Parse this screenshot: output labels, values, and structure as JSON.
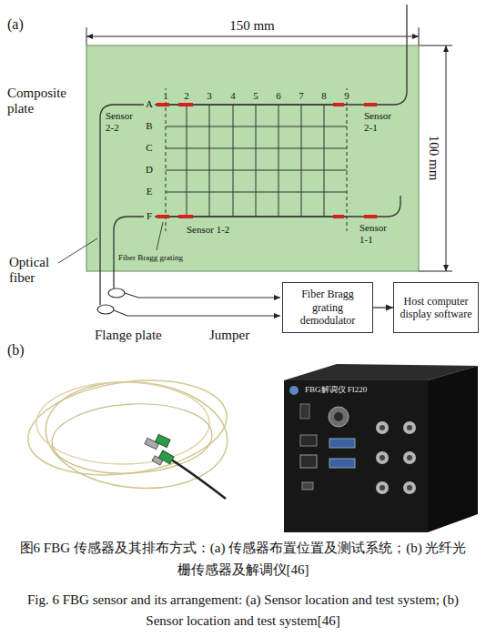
{
  "diagram": {
    "caption": "图6 FBG 传感器及其排布方式：(a) 传感器布置位置及测试系统；(b) 光纤光栅传感器及解调仪[46]",
    "nodes": [
      {
        "text": [
          "Fiber Bragg grating demodulator"
        ]
      },
      {
        "text": [
          "Host computer display software"
        ]
      }
    ],
    "edges": [
      {
        "from": 0,
        "to": 1,
        "arrow": "to"
      }
    ],
    "labels": [
      "(a)",
      "150 mm",
      "100 mm",
      "Composite plate",
      "1",
      "2",
      "3",
      "4",
      "5",
      "6",
      "7",
      "8",
      "9",
      "A",
      "B",
      "C",
      "D",
      "E",
      "F",
      "Sensor 2-2",
      "Sensor 2-1",
      "Sensor 1-2",
      "Sensor 1-1",
      "Optical fiber",
      "Fiber Bragg grating",
      "Flange plate",
      "Jumper",
      "(b)",
      "FBG解调仪 FI220",
      "Fig. 6 FBG sensor and its arrangement: (a) Sensor location and test system; (b) Sensor location and test system[46]"
    ]
  }
}
